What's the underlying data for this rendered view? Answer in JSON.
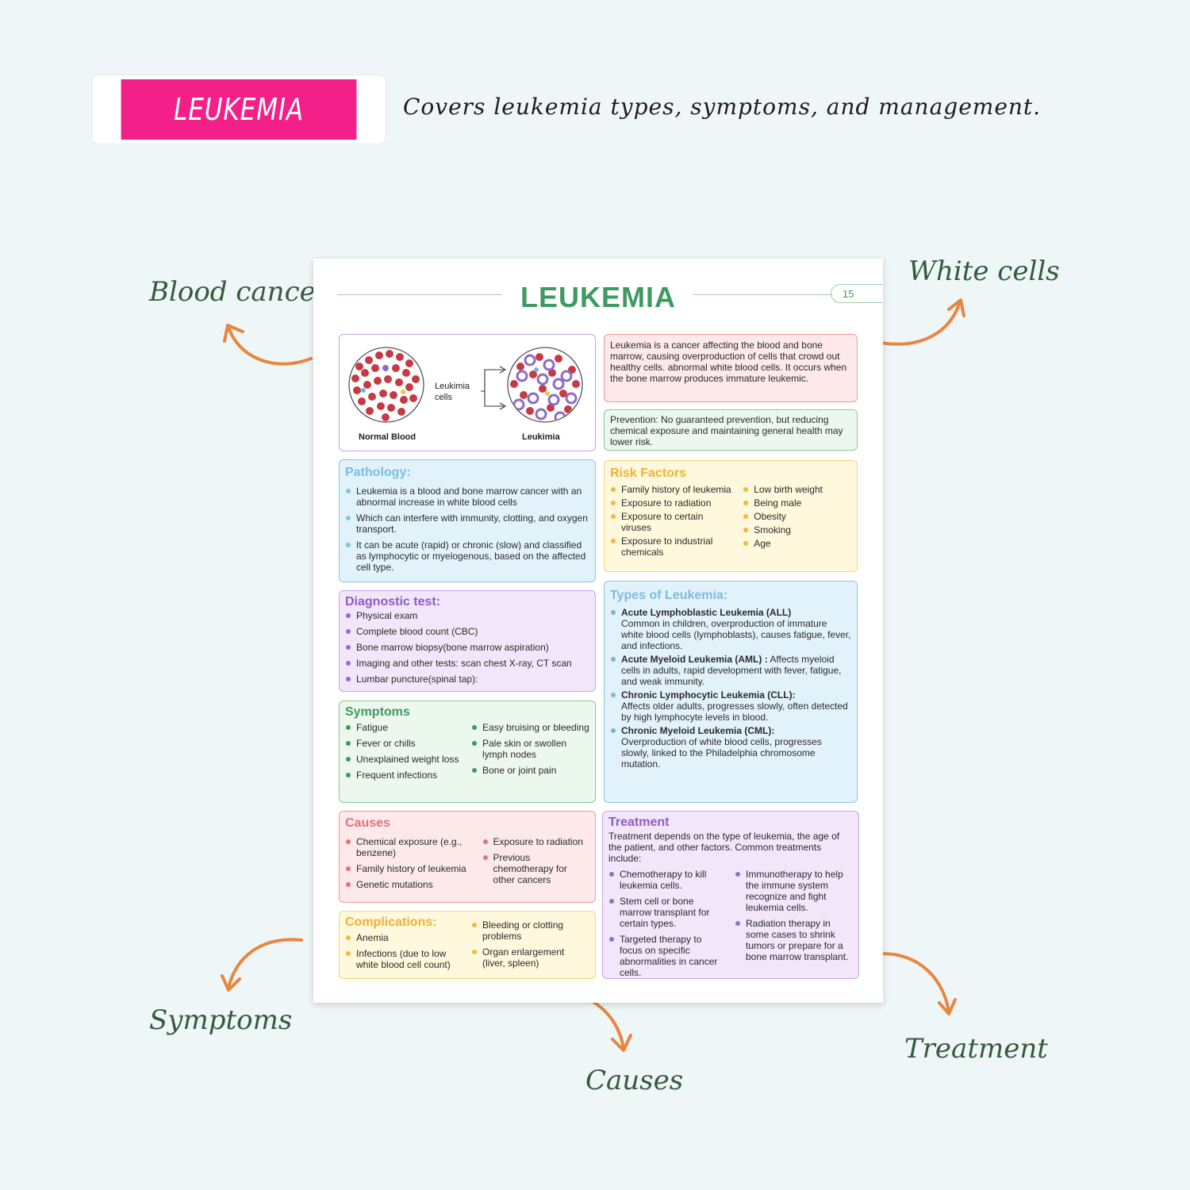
{
  "header": {
    "badge": "LEUKEMIA",
    "tagline": "Covers leukemia types, symptoms, and management."
  },
  "callouts": {
    "blood_cancer": "Blood cancer",
    "white_cells": "White cells",
    "symptoms": "Symptoms",
    "causes": "Causes",
    "treatment": "Treatment"
  },
  "sheet": {
    "title": "LEUKEMIA",
    "page_number": "15",
    "diagram": {
      "normal_label": "Normal Blood",
      "leukemia_label": "Leukimia",
      "cells_label_1": "Leukimia",
      "cells_label_2": "cells"
    },
    "definition": "Leukemia is a cancer affecting the blood and bone marrow, causing overproduction of cells that crowd out healthy cells. abnormal white blood cells. It occurs when the bone marrow produces immature leukemic.",
    "prevention": "Prevention: No guaranteed prevention, but reducing chemical exposure and maintaining general health may lower risk.",
    "pathology": {
      "title": "Pathology:",
      "items": [
        "Leukemia is a blood and bone marrow cancer with an abnormal increase in white blood cells",
        "Which can interfere with immunity, clotting, and oxygen transport.",
        "It can be acute (rapid) or chronic (slow) and classified as lymphocytic or myelogenous, based on the affected cell type."
      ]
    },
    "risk_factors": {
      "title": "Risk Factors",
      "left": [
        "Family history of leukemia",
        "Exposure to radiation",
        "Exposure to certain viruses",
        "Exposure to industrial chemicals"
      ],
      "right": [
        "Low birth weight",
        "Being male",
        "Obesity",
        "Smoking",
        "Age"
      ]
    },
    "diagnostic": {
      "title": "Diagnostic test:",
      "items": [
        "Physical exam",
        "Complete blood count (CBC)",
        "Bone marrow biopsy(bone marrow aspiration)",
        "Imaging and other tests: scan chest X-ray, CT scan",
        "Lumbar puncture(spinal tap):"
      ]
    },
    "types": {
      "title": "Types of Leukemia:",
      "items": [
        {
          "name": "Acute Lymphoblastic Leukemia (ALL)",
          "desc": "Common in children, overproduction of immature white blood cells (lymphoblasts), causes fatigue, fever, and infections."
        },
        {
          "name": "Acute Myeloid Leukemia (AML) :",
          "desc": " Affects myeloid cells in adults, rapid development with fever, fatigue, and weak immunity."
        },
        {
          "name": "Chronic Lymphocytic Leukemia (CLL):",
          "desc": "Affects older adults, progresses slowly, often detected by high lymphocyte levels in blood."
        },
        {
          "name": "Chronic Myeloid Leukemia (CML):",
          "desc": "Overproduction of white blood cells, progresses slowly, linked to the Philadelphia chromosome mutation."
        }
      ]
    },
    "symptoms": {
      "title": "Symptoms",
      "left": [
        "Fatigue",
        "Fever or chills",
        "Unexplained weight loss",
        "Frequent infections"
      ],
      "right": [
        "Easy bruising or bleeding",
        "Pale skin or swollen lymph nodes",
        "Bone or joint pain"
      ]
    },
    "causes": {
      "title": "Causes",
      "left": [
        "Chemical exposure (e.g., benzene)",
        "Family history of leukemia",
        "Genetic mutations"
      ],
      "right": [
        "Exposure to radiation",
        "Previous chemotherapy for other cancers"
      ]
    },
    "complications": {
      "title": "Complications:",
      "left": [
        "Anemia",
        "Infections (due to low white blood cell count)"
      ],
      "right": [
        "Bleeding or clotting problems",
        "Organ enlargement (liver, spleen)"
      ]
    },
    "treatment": {
      "title": "Treatment",
      "intro": "Treatment depends on the type of leukemia, the age of the patient, and other factors. Common treatments include:",
      "left": [
        "Chemotherapy to kill leukemia cells.",
        "Stem cell or bone marrow transplant for certain types.",
        "Targeted therapy to focus on specific abnormalities in cancer cells."
      ],
      "right": [
        "Immunotherapy to help the immune system recognize and fight leukemia cells.",
        "Radiation therapy in some cases to shrink tumors or prepare for a bone marrow transplant."
      ]
    }
  },
  "colors": {
    "background": "#eef6f8",
    "badge": "#f22088",
    "arrow": "#e8863f",
    "callout_text": "#355a3c",
    "title_green": "#3d9a62"
  }
}
